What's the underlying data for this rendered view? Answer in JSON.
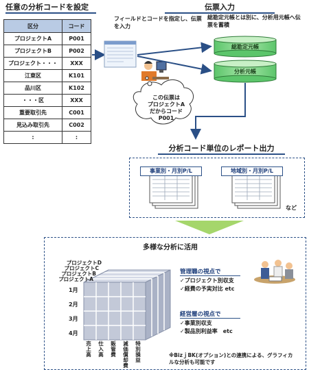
{
  "left_title": "任意の分析コードを設定",
  "code_table": {
    "headers": [
      "区分",
      "コード"
    ],
    "rows": [
      [
        "プロジェクトA",
        "P001"
      ],
      [
        "プロジェクトB",
        "P002"
      ],
      [
        "プロジェクト・・・",
        "XXX"
      ],
      [
        "江東区",
        "K101"
      ],
      [
        "品川区",
        "K102"
      ],
      [
        "・・・区",
        "XXX"
      ],
      [
        "重要取引先",
        "C001"
      ],
      [
        "見込み取引先",
        "C002"
      ],
      [
        ":",
        ":"
      ]
    ]
  },
  "entry_title": "伝票入力",
  "entry_note_1": "フィールドとコードを指定し、伝票を入力",
  "entry_note_2": "総勘定元帳とは別に、分析用元帳へ伝票を蓄積",
  "ledger_1": "総勘定元帳",
  "ledger_2": "分析元帳",
  "cloud_text": [
    "この伝票は",
    "プロジェクトA",
    "だからコード",
    "P001"
  ],
  "report_title": "分析コード単位のレポート出力",
  "report_1": "事業別・月別P/L",
  "report_2": "地域別・月別P/L",
  "report_etc": "など",
  "analysis_title": "多様な分析に活用",
  "cube": {
    "depth_labels": [
      "プロジェクトD",
      "プロジェクトC",
      "プロジェクトB",
      "プロジェクトA"
    ],
    "month_labels": [
      "1月",
      "2月",
      "3月",
      "4月"
    ],
    "column_labels": [
      "売上高",
      "仕入高",
      "販管費",
      "減価償却費",
      "特別損益"
    ]
  },
  "mgmt_title": "管理職の視点で",
  "mgmt_items": [
    "✓プロジェクト別収支",
    "✓経費の予実対比 etc"
  ],
  "exec_title": "経営層の視点で",
  "exec_items": [
    "✓事業別収支",
    "✓製品別利益率　etc"
  ],
  "footnote_1": "※BizｊBK(オプション)との連携による、グラフィカ",
  "footnote_2": "ルな分析も可能です",
  "colors": {
    "navy": "#2a4f86",
    "header_blue": "#b9cbe4",
    "ledger_green": "#7fd08a",
    "arrow_green": "#a5d66b"
  }
}
